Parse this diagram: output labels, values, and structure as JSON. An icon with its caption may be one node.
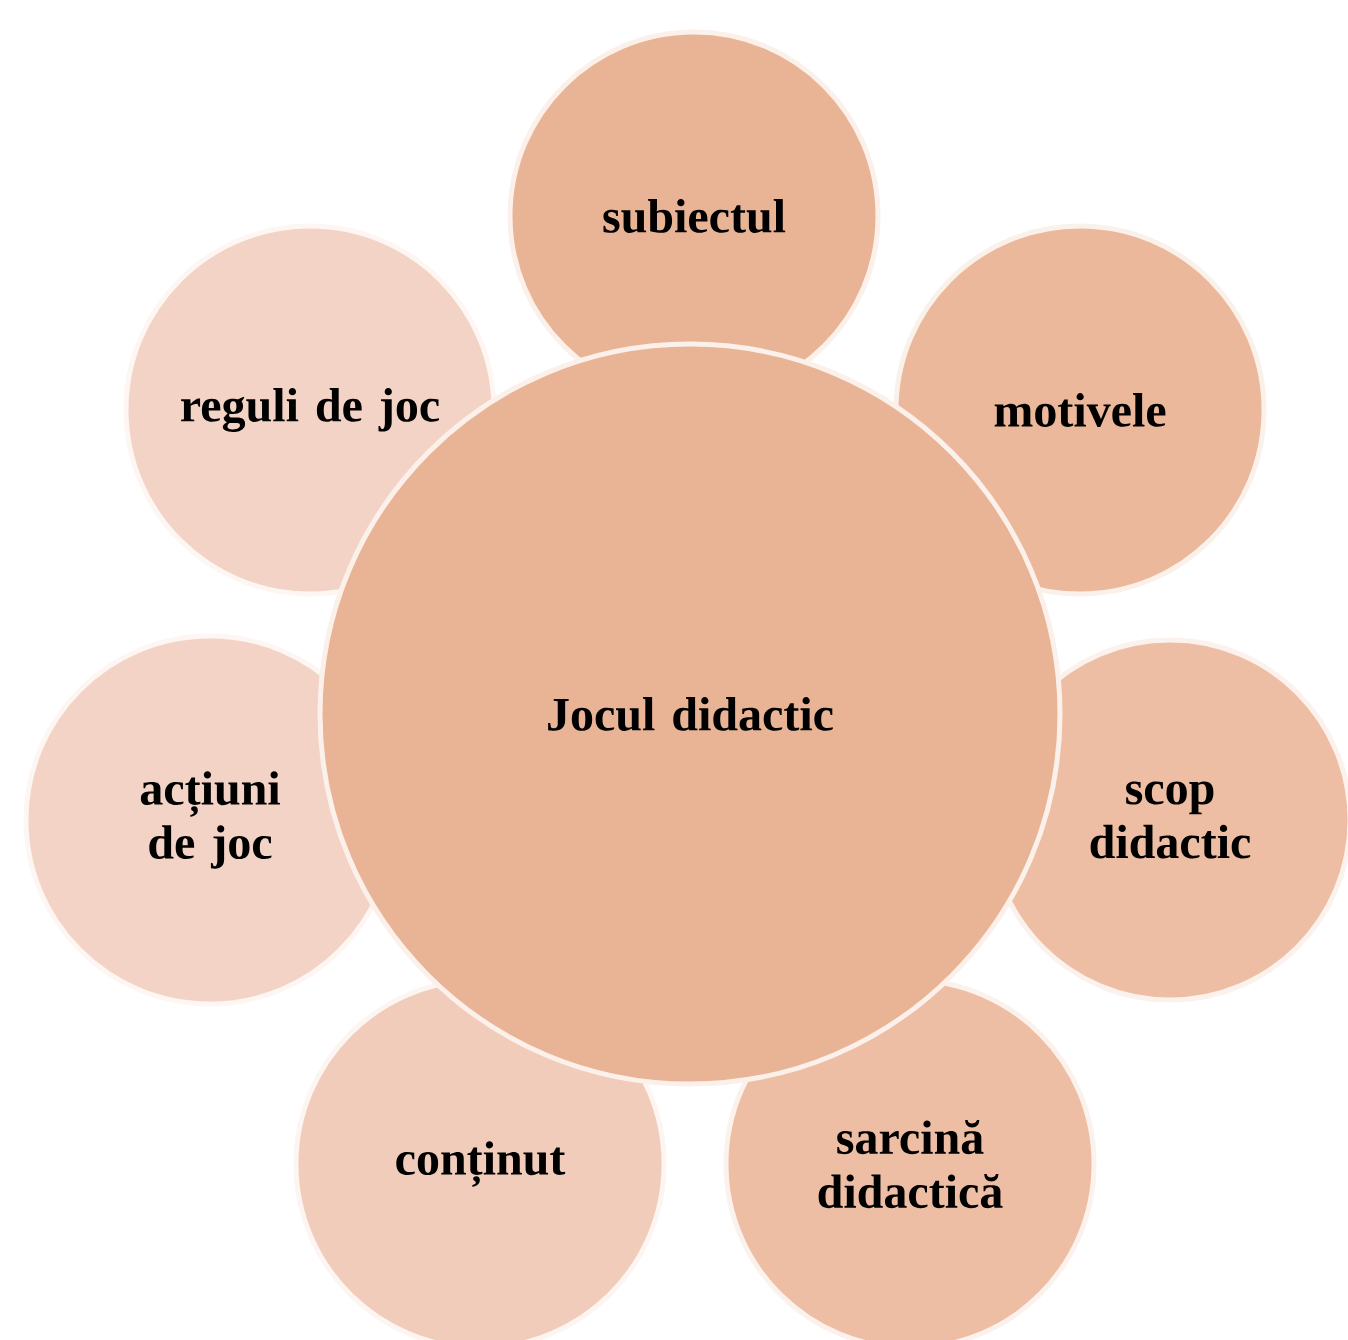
{
  "diagram": {
    "nodes": [
      {
        "text": [
          "Jocul didactic"
        ]
      },
      {
        "text": [
          "subiectul"
        ]
      },
      {
        "text": [
          "motivele"
        ]
      },
      {
        "text": [
          "scop didactic"
        ]
      },
      {
        "text": [
          "sarcină didactică"
        ]
      },
      {
        "text": [
          "conținut"
        ]
      },
      {
        "text": [
          "acțiuni de joc"
        ]
      },
      {
        "text": [
          "reguli de joc"
        ]
      }
    ]
  }
}
